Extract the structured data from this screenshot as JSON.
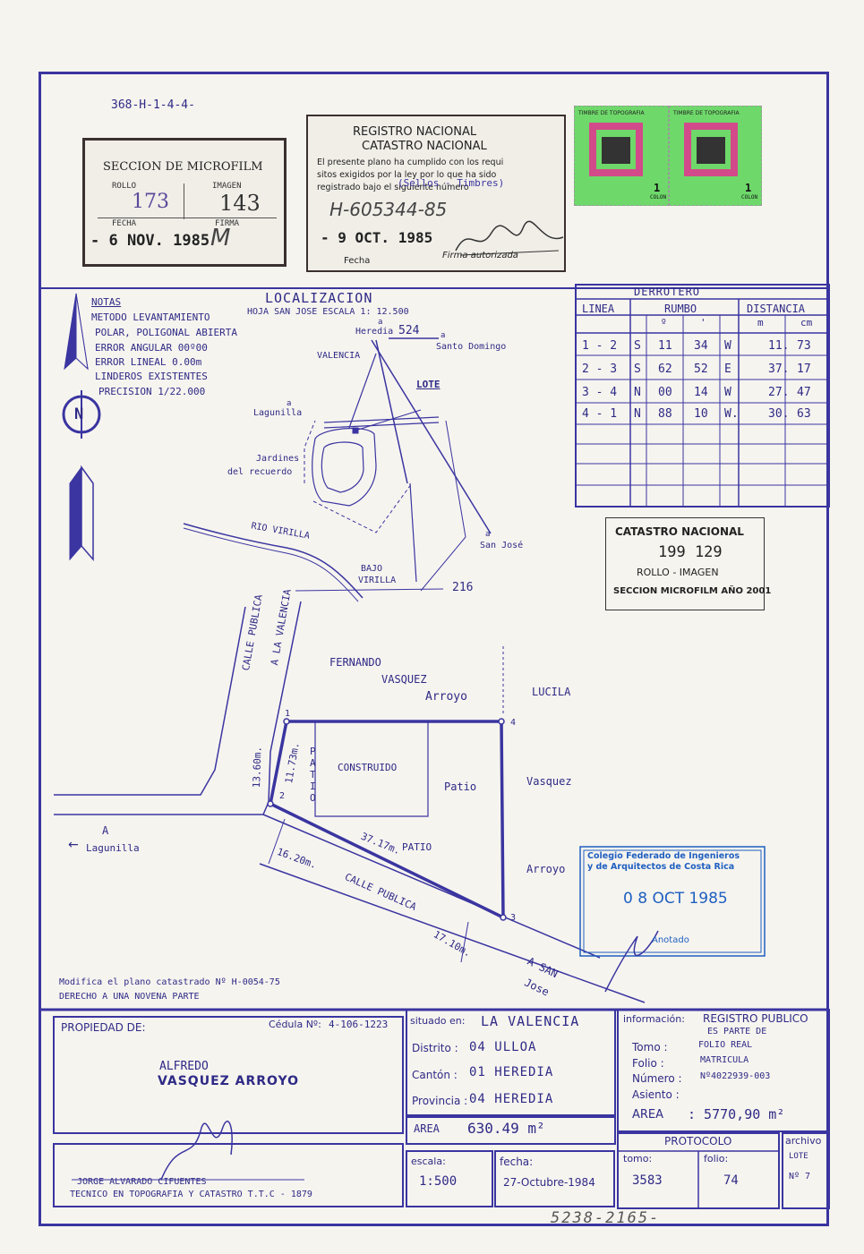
{
  "doc_id": "368-H-1-4-4-",
  "microfilm": {
    "title": "SECCION DE MICROFILM",
    "rollo_label": "ROLLO",
    "rollo": "173",
    "imagen_label": "IMAGEN",
    "imagen": "143",
    "fecha_label": "FECHA",
    "fecha": "- 6 NOV. 1985",
    "firma_label": "FIRMA",
    "firma": "M"
  },
  "registro": {
    "title1": "REGISTRO NACIONAL",
    "title2": "CATASTRO NACIONAL",
    "text1": "El presente plano ha cumplido con los requi",
    "text2": "sitos exigidos por la ley por lo que ha sido",
    "text3": "registrado bajo el siguiente número",
    "overprint": "(Sellos - Timbres)",
    "numero": "H-605344-85",
    "fecha": "- 9 OCT. 1985",
    "fecha_label": "Fecha",
    "firma_label": "Firma autorizada"
  },
  "stamps": {
    "label": "TIMBRE DE TOPOGRAFIA",
    "value": "1",
    "unit": "COLON"
  },
  "notas": {
    "title": "NOTAS",
    "lines": [
      "METODO LEVANTAMIENTO",
      "POLAR, POLIGONAL ABIERTA",
      "ERROR ANGULAR 00º00",
      "ERROR LINEAL   0.00m",
      "LINDEROS EXISTENTES",
      "PRECISION 1/22.000"
    ],
    "north": "N"
  },
  "localizacion": {
    "title": "LOCALIZACION",
    "hoja": "HOJA SAN JOSE   ESCALA  1: 12.500",
    "labels": {
      "heredia": "Heredia",
      "heredia_a": "a",
      "n524": "524",
      "santo_domingo": "Santo Domingo",
      "sd_a": "a",
      "valencia": "VALENCIA",
      "lote": "LOTE",
      "lagunilla": "Lagunilla",
      "lag_a": "a",
      "jardines1": "Jardines",
      "jardines2": "del recuerdo",
      "rio": "RIO VIRILLA",
      "bajo1": "BAJO",
      "bajo2": "VIRILLA",
      "n216": "216",
      "san_jose": "San José",
      "sj_a": "a"
    }
  },
  "derrotero": {
    "title": "DERROTERO",
    "headers": {
      "linea": "LINEA",
      "rumbo": "RUMBO",
      "distancia": "DISTANCIA",
      "grados": "º",
      "minutos": "'",
      "m": "m",
      "cm": "cm"
    },
    "rows": [
      {
        "linea": "1 - 2",
        "ns": "S",
        "g": "11",
        "min": "34",
        "ew": "W",
        "m": "11.",
        "cm": "73"
      },
      {
        "linea": "2 - 3",
        "ns": "S",
        "g": "62",
        "min": "52",
        "ew": "E",
        "m": "37.",
        "cm": "17"
      },
      {
        "linea": "3 - 4",
        "ns": "N",
        "g": "00",
        "min": "14",
        "ew": "W",
        "m": "27.",
        "cm": "47"
      },
      {
        "linea": "4 - 1",
        "ns": "N",
        "g": "88",
        "min": "10",
        "ew": "W.",
        "m": "30.",
        "cm": "63"
      }
    ]
  },
  "catastro_stamp": {
    "title": "CATASTRO NACIONAL",
    "numbers": "199  129",
    "rollo": "ROLLO - IMAGEN",
    "seccion": "SECCION MICROFILM AÑO 2001"
  },
  "plano": {
    "calle_publica_1": "CALLE PUBLICA",
    "a_la_valencia": "A LA VALENCIA",
    "fernando": "FERNANDO",
    "vasquez_top": "VASQUEZ",
    "arroyo_top": "Arroyo",
    "lucila": "LUCILA",
    "vasquez_right": "Vasquez",
    "arroyo_right": "Arroyo",
    "construido": "CONSTRUIDO",
    "patio1": "P A T I O",
    "patio2": "Patio",
    "patio3": "PATIO",
    "d1": "13.60m.",
    "d2": "11.73m.",
    "d3": "37.17m.",
    "d4": "16.20m.",
    "d5": "17.10m.",
    "calle_publica_2": "CALLE PUBLICA",
    "a_san_jose": "A SAN",
    "jose": "Jose",
    "a_lagunilla_a": "A",
    "a_lagunilla": "Lagunilla",
    "p1": "1",
    "p2": "2",
    "p3": "3",
    "p4": "4"
  },
  "colegio": {
    "line1": "Colegio Federado de Ingenieros",
    "line2": "y de Arquitectos de Costa Rica",
    "date": "0 8 OCT 1985",
    "anotado": "Anotado"
  },
  "modifica": {
    "line1": "Modifica el plano catastrado Nº H-0054-75",
    "line2": "DERECHO A UNA NOVENA PARTE"
  },
  "propiedad": {
    "label": "PROPIEDAD DE:",
    "cedula_label": "Cédula Nº:",
    "cedula": "4-106-1223",
    "owner1": "ALFREDO",
    "owner2": "VASQUEZ ARROYO"
  },
  "situado": {
    "label": "situado en:",
    "value": "LA VALENCIA",
    "distrito_label": "Distrito :",
    "distrito": "04 ULLOA",
    "canton_label": "Cantón :",
    "canton": "01 HEREDIA",
    "provincia_label": "Provincia :",
    "provincia": "04 HEREDIA",
    "area_label": "AREA",
    "area": "630.49 m²"
  },
  "informacion": {
    "label": "información:",
    "registro": "REGISTRO PUBLICO",
    "es_parte": "ES PARTE DE",
    "tomo_label": "Tomo :",
    "tomo": "FOLIO REAL",
    "folio_label": "Folio :",
    "folio": "MATRICULA",
    "numero_label": "Número :",
    "numero": "Nº4022939-003",
    "asiento_label": "Asiento :",
    "area_label": "AREA",
    "area": ": 5770,90 m²"
  },
  "tecnico": {
    "line1": "JORGE ALVARADO CIFUENTES",
    "line2": "TECNICO EN TOPOGRAFIA Y   CATASTRO   T.T.C - 1879"
  },
  "footer": {
    "escala_label": "escala:",
    "escala": "1:500",
    "fecha_label": "fecha:",
    "fecha": "27-Octubre-1984",
    "protocolo": "PROTOCOLO",
    "tomo_label": "tomo:",
    "tomo": "3583",
    "folio_label": "folio:",
    "folio": "74",
    "archivo_label": "archivo",
    "lote_label": "LOTE",
    "lote": "Nº 7"
  },
  "bottom_number": "5238-2165-"
}
